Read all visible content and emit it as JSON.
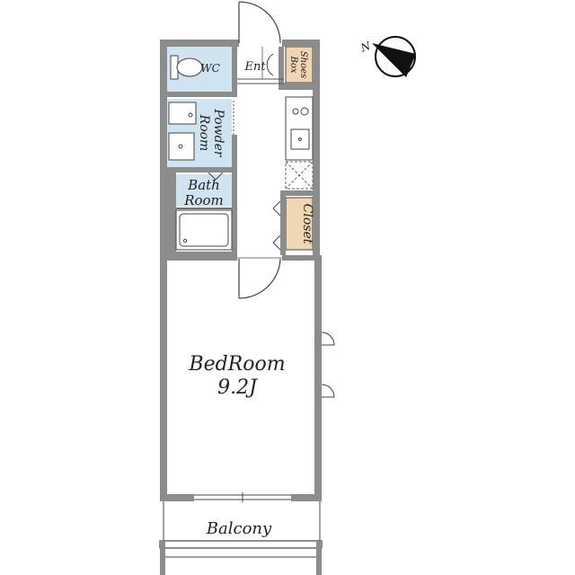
{
  "rooms": {
    "wc": "WC",
    "entrance": "Ent",
    "shoes_box_line1": "Shoes",
    "shoes_box_line2": "Box",
    "powder_line1": "Powder",
    "powder_line2": "Room",
    "bath_line1": "Bath",
    "bath_line2": "Room",
    "closet": "Closet",
    "bedroom": "BedRoom",
    "bedroom_size": "9.2J",
    "balcony": "Balcony"
  },
  "compass": {
    "north_label": "N"
  },
  "colors": {
    "wet_area": "#cfe3f1",
    "storage": "#f1d6b3",
    "wall": "#8c8c8c",
    "compass_fill": "#111111"
  }
}
